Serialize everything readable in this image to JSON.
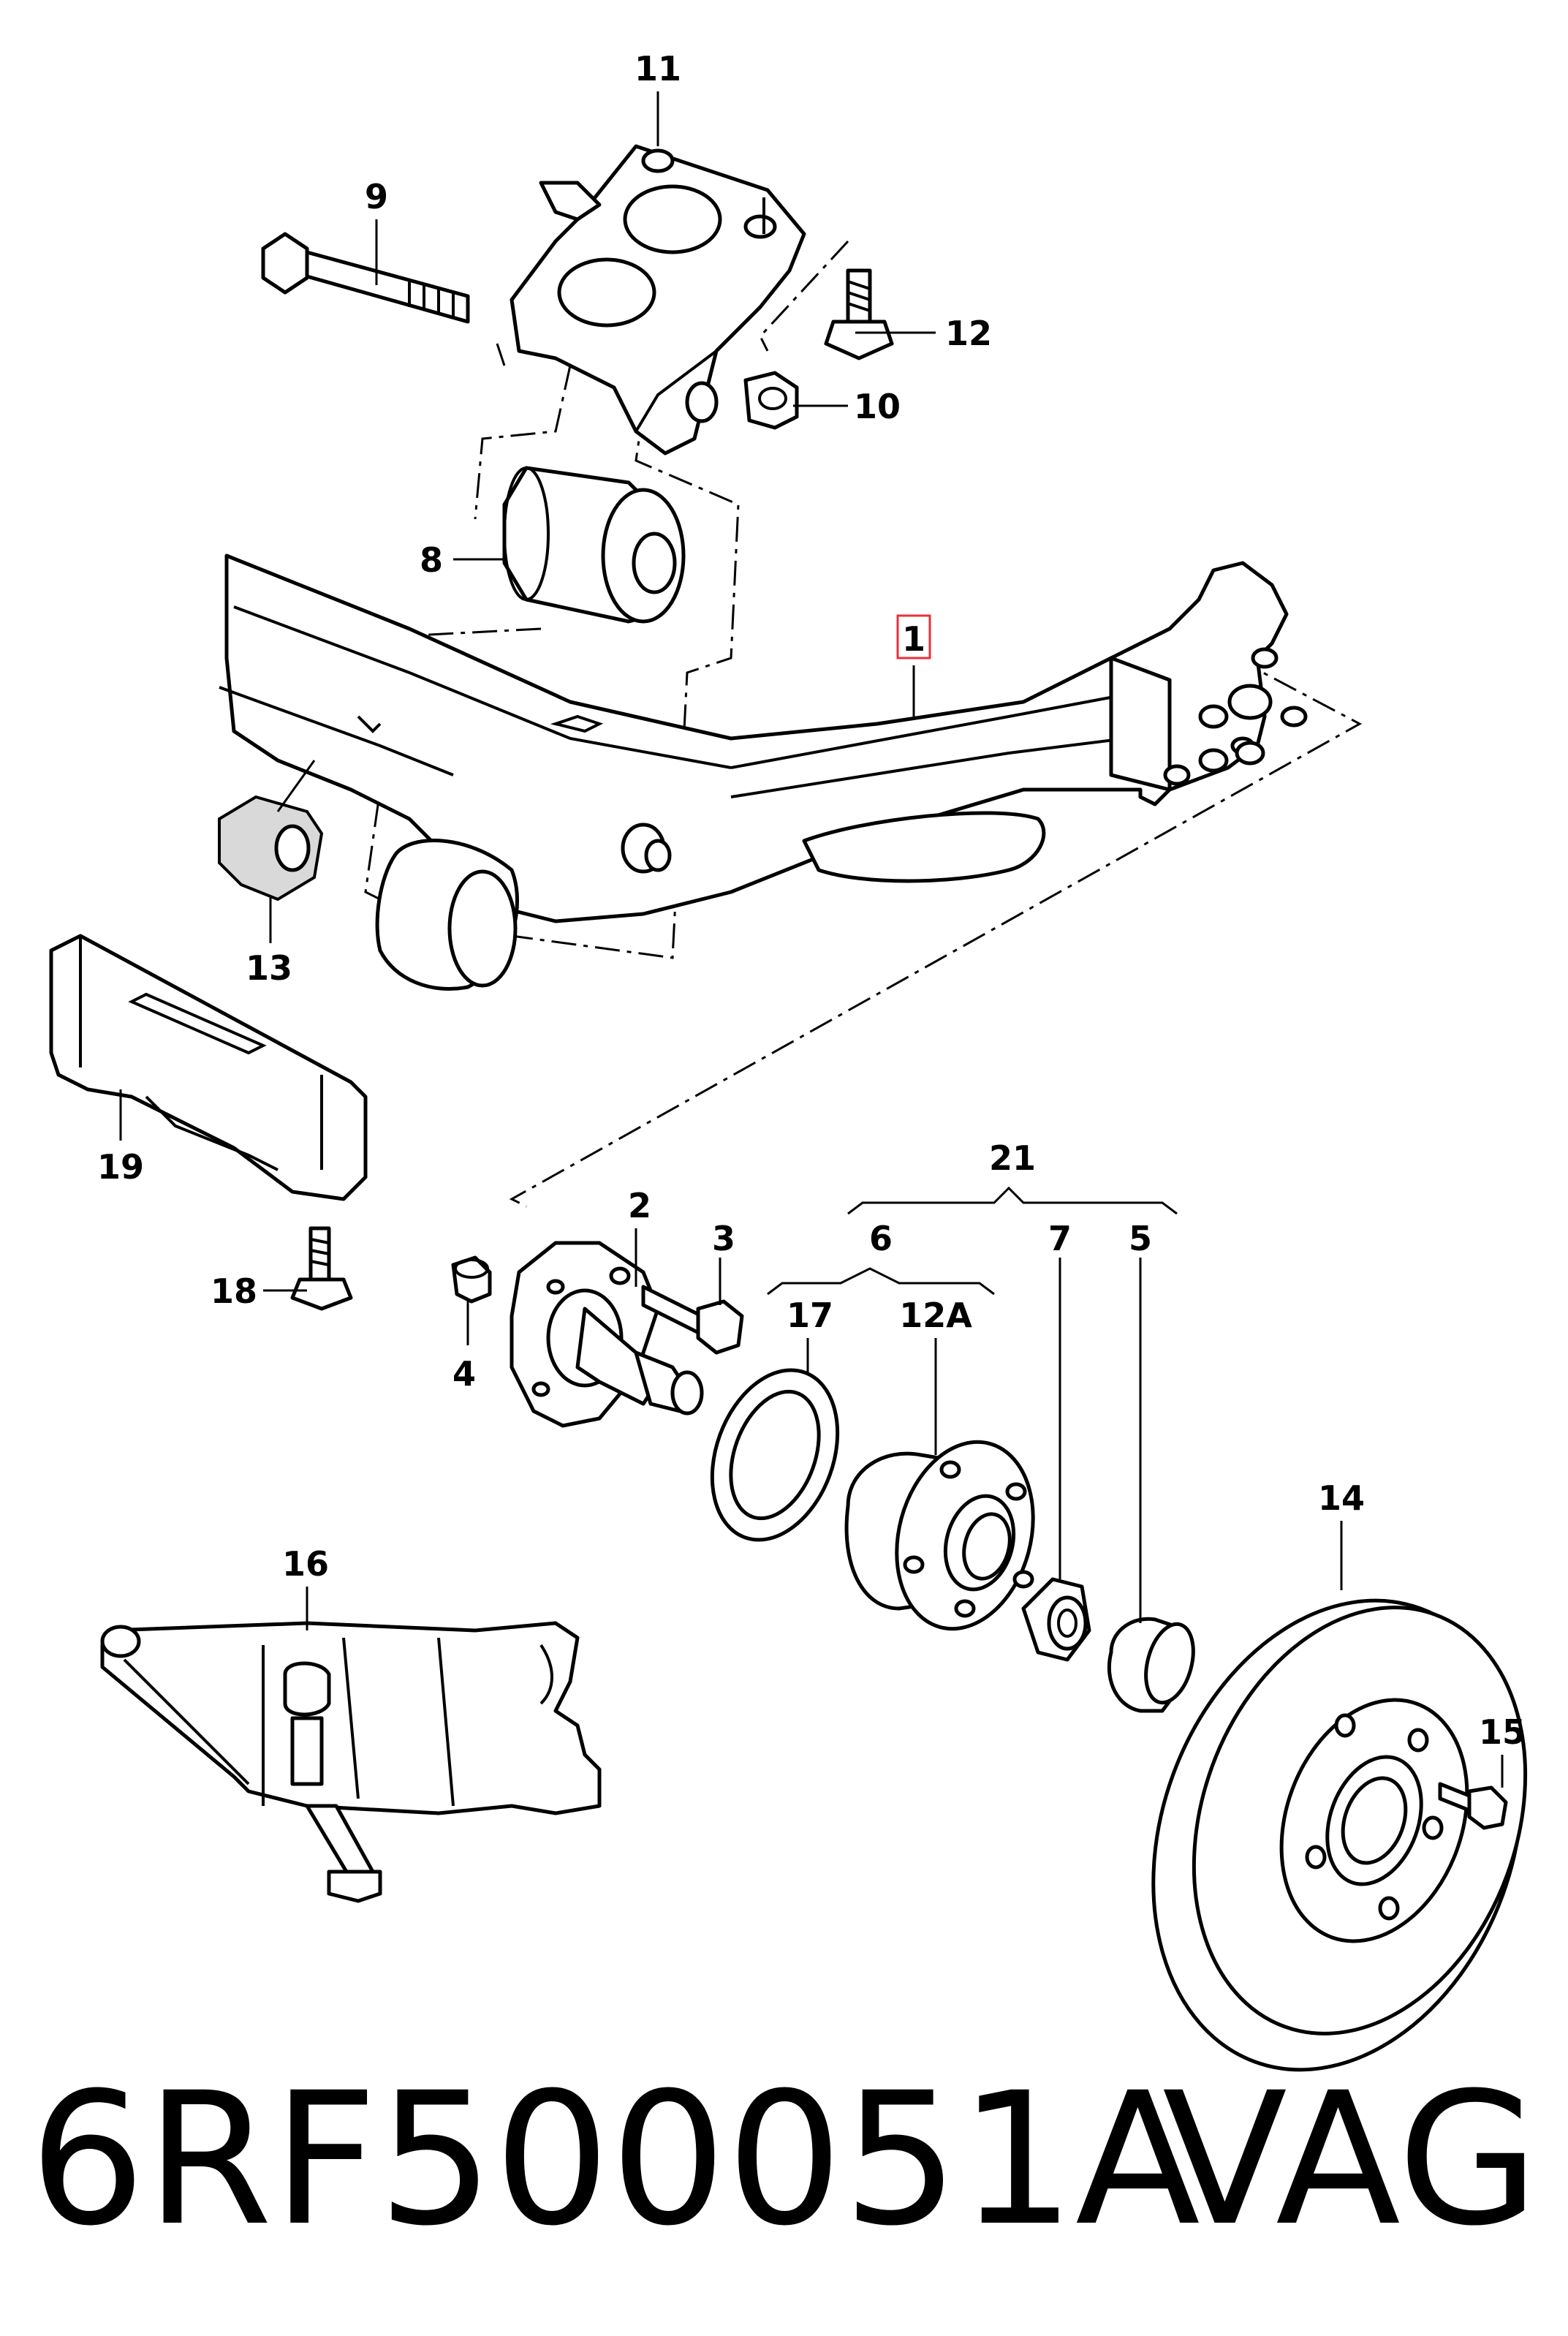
{
  "callouts": {
    "c1": "1",
    "c2": "2",
    "c3": "3",
    "c4": "4",
    "c5": "5",
    "c6": "6",
    "c7": "7",
    "c8": "8",
    "c9": "9",
    "c10": "10",
    "c11": "11",
    "c12": "12",
    "c12a": "12A",
    "c13": "13",
    "c14": "14",
    "c15": "15",
    "c16": "16",
    "c17": "17",
    "c18": "18",
    "c19": "19",
    "c21": "21"
  },
  "footer": {
    "part_number": "6RF500051A",
    "brand": "VAG"
  },
  "colors": {
    "highlight_box": "#e8303a",
    "line": "#000000"
  }
}
